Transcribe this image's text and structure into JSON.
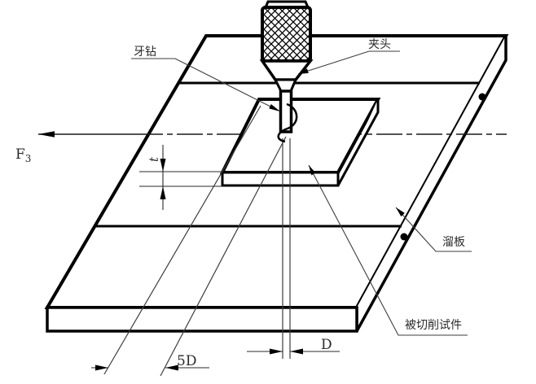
{
  "diagram": {
    "labels": {
      "tap_drill": "牙钻",
      "chuck": "夹头",
      "force_symbol": "F",
      "force_subscript": "3",
      "plate_thickness": "t",
      "slide_plate": "溜板",
      "workpiece": "被切削试件",
      "hole_diameter": "D",
      "edge_distance": "5D"
    },
    "colors": {
      "main_line": "#000000",
      "thin_line": "#3d3d3d",
      "background": "#ffffff"
    }
  }
}
